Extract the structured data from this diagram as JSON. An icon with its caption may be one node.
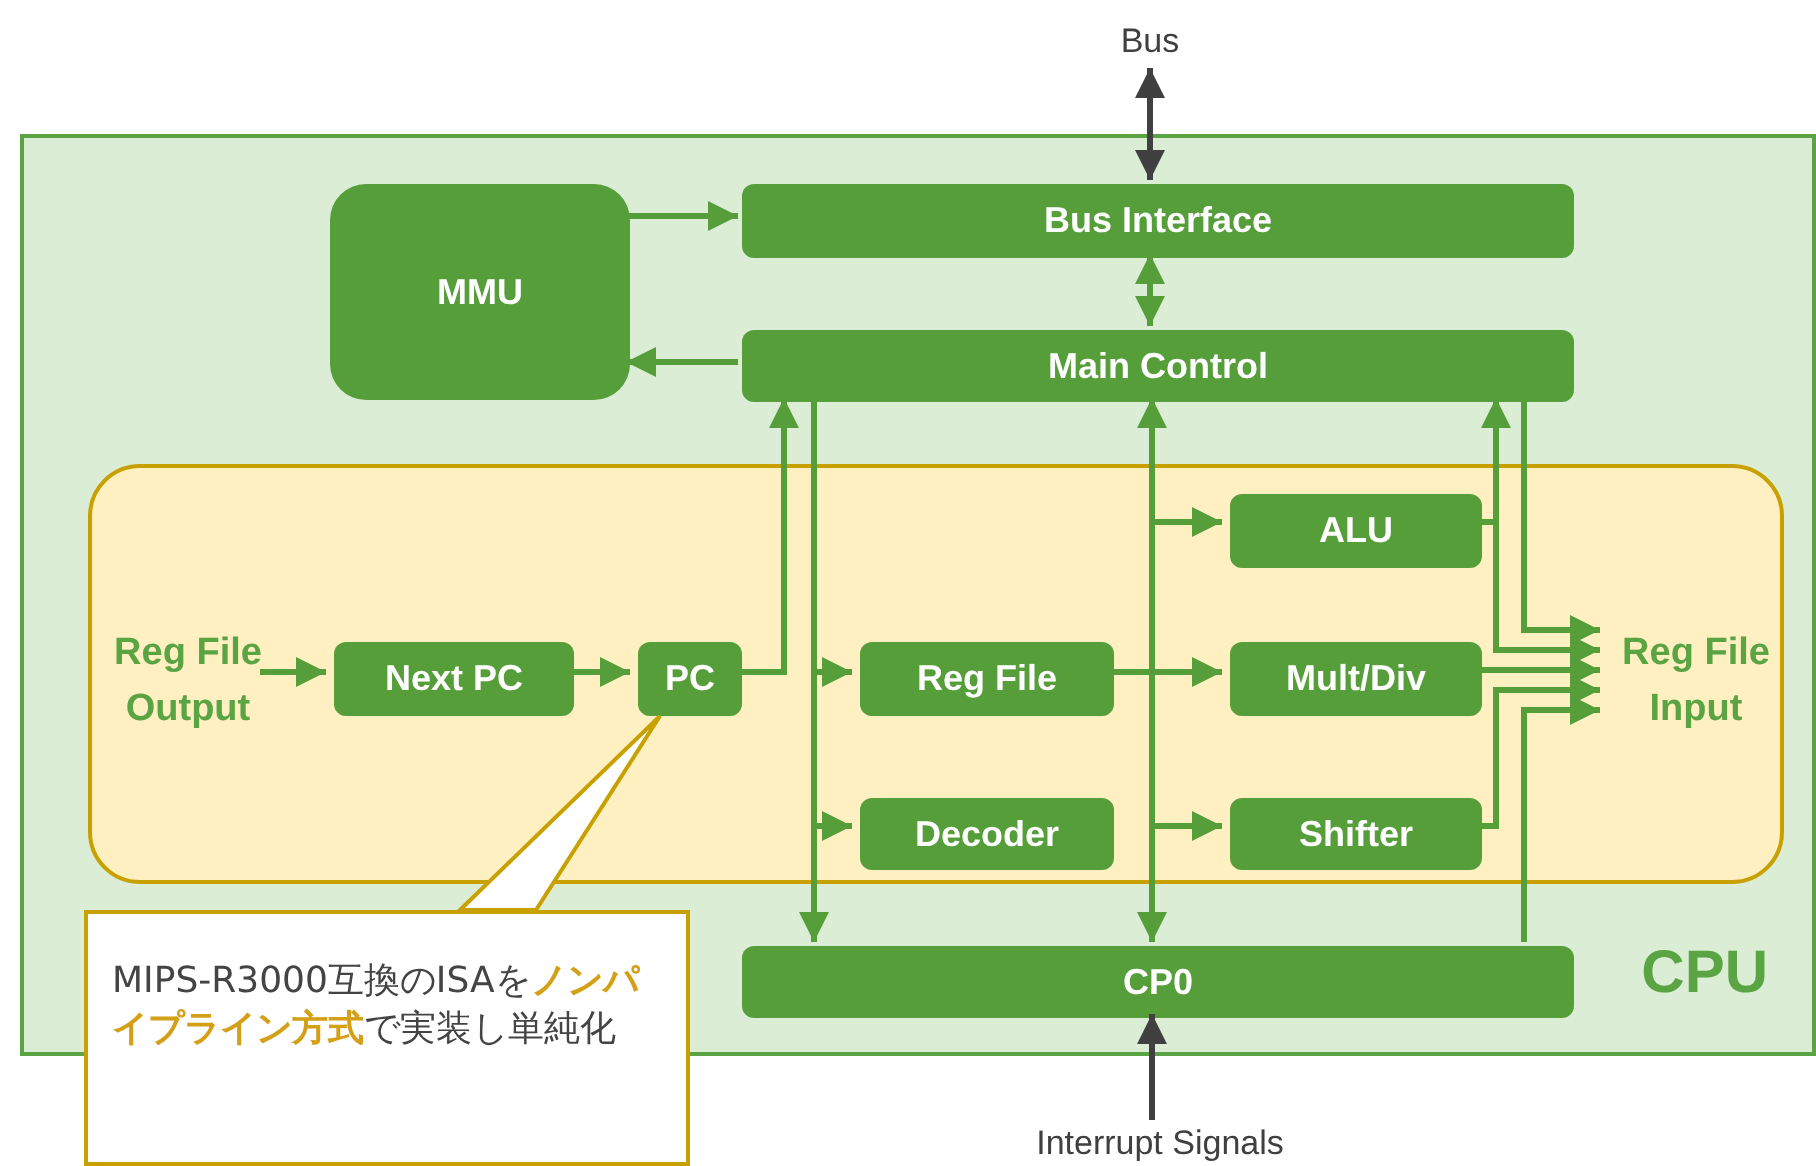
{
  "diagram": {
    "nodes": [
      {
        "text": [
          "CPU"
        ]
      },
      {
        "text": [
          "Bus"
        ]
      },
      {
        "text": [
          "MMU"
        ],
        "in": 0
      },
      {
        "text": [
          "Bus Interface"
        ],
        "in": 0
      },
      {
        "text": [
          "Main Control"
        ],
        "in": 0
      },
      {
        "text": [],
        "shape": "box",
        "in": 0
      },
      {
        "text": [
          "Reg File Output"
        ],
        "in": 5
      },
      {
        "text": [
          "Next PC"
        ],
        "in": 5
      },
      {
        "text": [
          "PC"
        ],
        "in": 5
      },
      {
        "text": [
          "Reg File"
        ],
        "in": 5
      },
      {
        "text": [
          "Decoder"
        ],
        "in": 5
      },
      {
        "text": [
          "ALU"
        ],
        "in": 5
      },
      {
        "text": [
          "Mult/Div"
        ],
        "in": 5
      },
      {
        "text": [
          "Shifter"
        ],
        "in": 5
      },
      {
        "text": [
          "Reg File Input"
        ],
        "in": 5
      },
      {
        "text": [
          "CP0"
        ],
        "in": 0
      },
      {
        "text": [
          "Interrupt Signals"
        ]
      },
      {
        "text": [
          "MIPS-R3000互換のISAを**ノンパイプライン方式**で実装し単純化"
        ]
      }
    ],
    "edges": [
      {
        "from": 1,
        "to": 3,
        "arrow": "both",
        "color": "#404040"
      },
      {
        "from": 3,
        "to": 4,
        "arrow": "both"
      },
      {
        "from": 2,
        "to": 3,
        "arrow": "to"
      },
      {
        "from": 4,
        "to": 2,
        "arrow": "to"
      },
      {
        "from": 6,
        "to": 7,
        "arrow": "to"
      },
      {
        "from": 7,
        "to": 8,
        "arrow": "to"
      },
      {
        "from": 8,
        "to": 4,
        "arrow": "to"
      },
      {
        "from": 4,
        "to": 15,
        "arrow": "to"
      },
      {
        "from": 4,
        "to": 9,
        "arrow": "to"
      },
      {
        "from": 4,
        "to": 10,
        "arrow": "to"
      },
      {
        "from": 4,
        "to": 15,
        "arrow": "both"
      },
      {
        "from": 4,
        "to": 11,
        "arrow": "to"
      },
      {
        "from": 4,
        "to": 13,
        "arrow": "to"
      },
      {
        "from": 9,
        "to": 12,
        "arrow": "to"
      },
      {
        "from": 11,
        "to": 4,
        "arrow": "to"
      },
      {
        "from": 11,
        "to": 14,
        "arrow": "to"
      },
      {
        "from": 4,
        "to": 14,
        "arrow": "to"
      },
      {
        "from": 12,
        "to": 14,
        "arrow": "to"
      },
      {
        "from": 13,
        "to": 14,
        "arrow": "to"
      },
      {
        "from": 15,
        "to": 14,
        "arrow": "to"
      },
      {
        "from": 16,
        "to": 15,
        "arrow": "to",
        "color": "#404040"
      },
      {
        "from": 17,
        "to": 8,
        "arrow": "none"
      }
    ]
  }
}
